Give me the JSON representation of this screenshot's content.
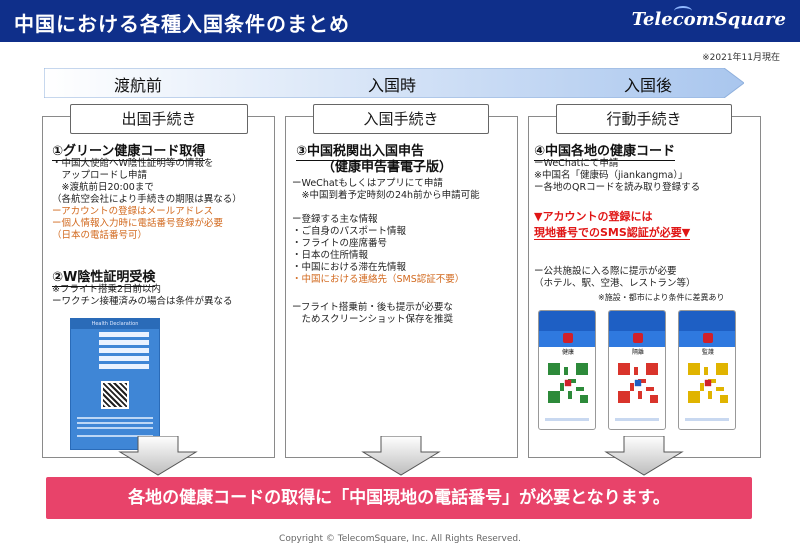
{
  "header": {
    "title": "中国における各種入国条件のまとめ",
    "logo": "TelecomSquare"
  },
  "as_of": "※2021年11月現在",
  "phases": [
    "渡航前",
    "入国時",
    "入国後"
  ],
  "columns": [
    {
      "head": "出国手続き",
      "sections": [
        {
          "title": "①グリーン健康コード取得",
          "lines": [
            {
              "text": "・中国大使館へW陰性証明等の情報を",
              "style": ""
            },
            {
              "text": "　アップロードし申請",
              "style": ""
            },
            {
              "text": "　※渡航前日20:00まで",
              "style": ""
            },
            {
              "text": "（各航空会社により手続きの期限は異なる）",
              "style": ""
            },
            {
              "text": "ーアカウントの登録はメールアドレス",
              "style": "orange"
            },
            {
              "text": "ー個人情報入力時に電話番号登録が必要",
              "style": "orange"
            },
            {
              "text": "（日本の電話番号可）",
              "style": "orange"
            }
          ]
        },
        {
          "title": "②W陰性証明受検",
          "lines": [
            {
              "text": "※フライト搭乗2日前以内",
              "style": ""
            },
            {
              "text": "ーワクチン接種済みの場合は条件が異なる",
              "style": ""
            }
          ]
        }
      ],
      "image_label": "Health Declaration"
    },
    {
      "head": "入国手続き",
      "sections": [
        {
          "title": "③中国税関出入国申告",
          "subtitle": "（健康申告書電子版）",
          "lines": [
            {
              "text": "ーWeChatもしくはアプリにて申請",
              "style": ""
            },
            {
              "text": "　※中国到着予定時刻の24h前から申請可能",
              "style": ""
            },
            {
              "text": "",
              "style": ""
            },
            {
              "text": "ー登録する主な情報",
              "style": ""
            },
            {
              "text": "・ご自身のパスポート情報",
              "style": ""
            },
            {
              "text": "・フライトの座席番号",
              "style": ""
            },
            {
              "text": "・日本の住所情報",
              "style": ""
            },
            {
              "text": "・中国における滞在先情報",
              "style": ""
            },
            {
              "text": "・中国における連絡先（SMS認証不要）",
              "style": "orange"
            },
            {
              "text": "",
              "style": ""
            },
            {
              "text": "ーフライト搭乗前・後も提示が必要な",
              "style": ""
            },
            {
              "text": "　ためスクリーンショット保存を推奨",
              "style": ""
            }
          ]
        }
      ]
    },
    {
      "head": "行動手続き",
      "sections": [
        {
          "title": "④中国各地の健康コード",
          "lines": [
            {
              "text": "ーWeChatにて申請",
              "style": ""
            },
            {
              "text": "※中国名「健康码（jiankangma）」",
              "style": ""
            },
            {
              "text": "ー各地のQRコードを読み取り登録する",
              "style": ""
            }
          ],
          "alert_lines": [
            "▼アカウントの登録には",
            "現地番号でのSMS認証が必要▼"
          ],
          "after_lines": [
            {
              "text": "ー公共施設に入る際に提示が必要",
              "style": ""
            },
            {
              "text": "（ホテル、駅、空港、レストラン等）",
              "style": ""
            },
            {
              "text": "※施設・都市により条件に差異あり",
              "style": "small"
            }
          ]
        }
      ],
      "phones": [
        {
          "label": "健康",
          "color": "#2d8a3a"
        },
        {
          "label": "隔離",
          "color": "#d9342b"
        },
        {
          "label": "監護",
          "color": "#e0b400"
        }
      ]
    }
  ],
  "banner": "各地の健康コードの取得に「中国現地の電話番号」が必要となります。",
  "copyright": "Copyright © TelecomSquare, Inc. All Rights Reserved.",
  "colors": {
    "header": "#0f2f8a",
    "banner": "#e8436a",
    "accent_orange": "#d2691e",
    "alert_red": "#e01515"
  }
}
